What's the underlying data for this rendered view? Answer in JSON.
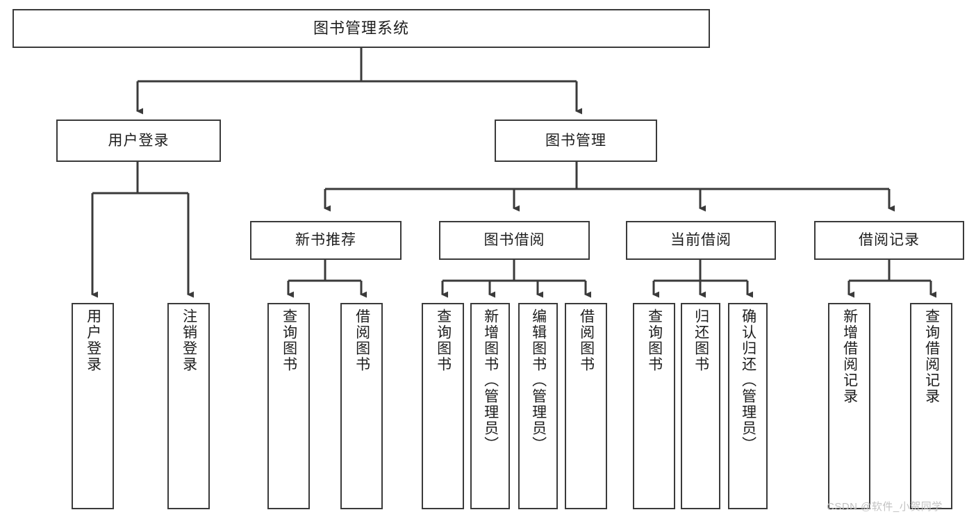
{
  "diagram": {
    "title": "图书管理系统",
    "type": "hierarchy-tree",
    "background_color": "#ffffff",
    "box_border_color": "#3a3a3a",
    "connector_color": "#3a3a3a",
    "text_color": "#1d1d1d"
  },
  "levels": {
    "root": {
      "label": "图书管理系统"
    },
    "level2": [
      {
        "label": "用户登录"
      },
      {
        "label": "图书管理"
      }
    ],
    "level3": [
      {
        "label": "新书推荐"
      },
      {
        "label": "图书借阅"
      },
      {
        "label": "当前借阅"
      },
      {
        "label": "借阅记录"
      }
    ],
    "leaves": [
      {
        "label": "用户登录"
      },
      {
        "label": "注销登录"
      },
      {
        "label": "查询图书"
      },
      {
        "label": "借阅图书"
      },
      {
        "label": "查询图书"
      },
      {
        "label": "新增图书（管理员）"
      },
      {
        "label": "编辑图书（管理员）"
      },
      {
        "label": "借阅图书"
      },
      {
        "label": "查询图书"
      },
      {
        "label": "归还图书"
      },
      {
        "label": "确认归还（管理员）"
      },
      {
        "label": "新增借阅记录"
      },
      {
        "label": "查询借阅记录"
      }
    ]
  },
  "watermark": {
    "text": "CSDN @软件_小贺同学",
    "color": "#c2c2c2"
  }
}
